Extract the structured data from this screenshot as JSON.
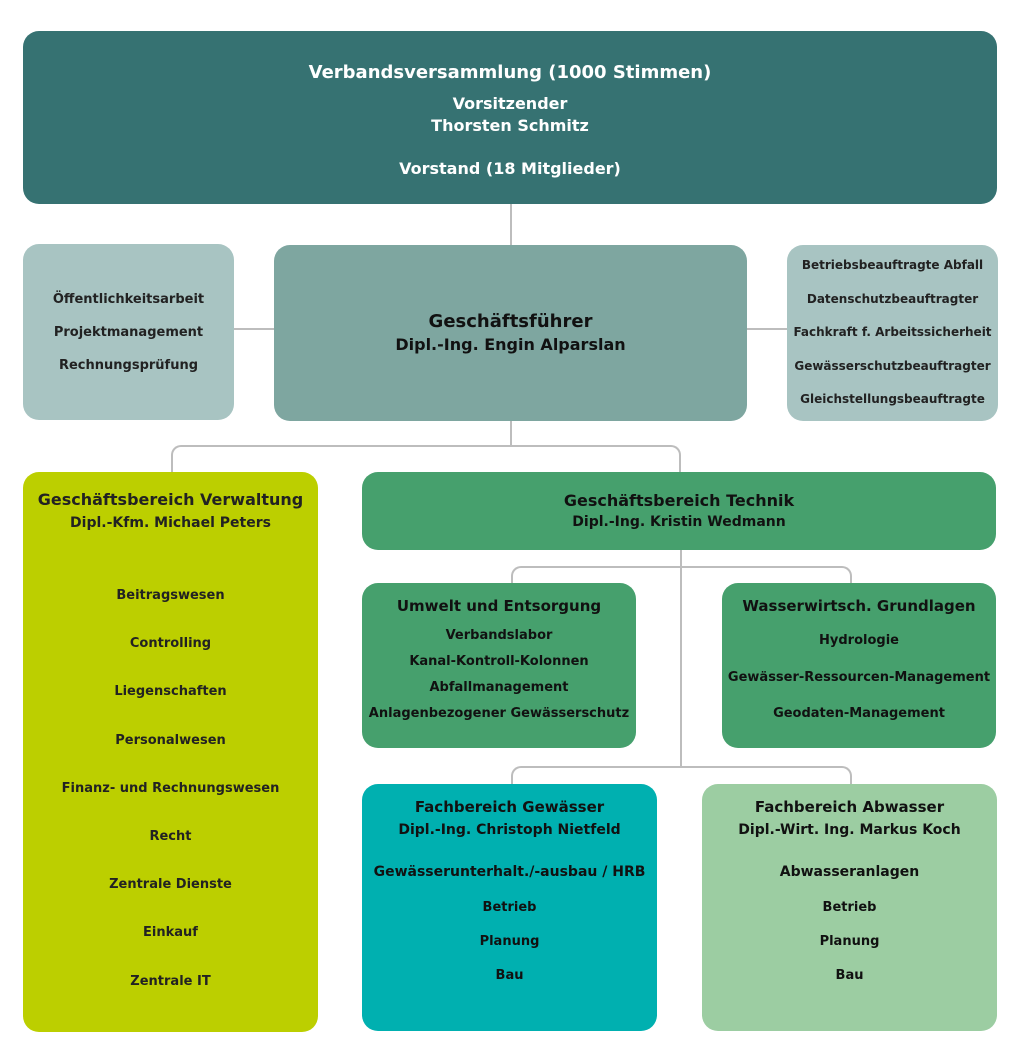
{
  "assembly": {
    "title": "Verbandsversammlung (1000 Stimmen)",
    "chair_role": "Vorsitzender",
    "chair_name": "Thorsten Schmitz",
    "board": "Vorstand (18 Mitglieder)"
  },
  "staff_left": [
    "Öffentlichkeitsarbeit",
    "Projektmanagement",
    "Rechnungsprüfung"
  ],
  "ceo": {
    "title": "Geschäftsführer",
    "name": "Dipl.-Ing. Engin Alparslan"
  },
  "staff_right": [
    "Betriebsbeauftragte Abfall",
    "Datenschutzbeauftragter",
    "Fachkraft f. Arbeitssicherheit",
    "Gewässerschutzbeauftragter",
    "Gleichstellungsbeauftragte"
  ],
  "verwaltung": {
    "title": "Geschäftsbereich Verwaltung",
    "lead": "Dipl.-Kfm. Michael Peters",
    "items": [
      "Beitragswesen",
      "Controlling",
      "Liegenschaften",
      "Personalwesen",
      "Finanz- und Rechnungswesen",
      "Recht",
      "Zentrale Dienste",
      "Einkauf",
      "Zentrale IT"
    ]
  },
  "technik": {
    "title": "Geschäftsbereich Technik",
    "lead": "Dipl.-Ing. Kristin Wedmann"
  },
  "umwelt": {
    "title": "Umwelt und Entsorgung",
    "items": [
      "Verbandslabor",
      "Kanal-Kontroll-Kolonnen",
      "Abfallmanagement",
      "Anlagenbezogener Gewässerschutz"
    ]
  },
  "wasser": {
    "title": "Wasserwirtsch. Grundlagen",
    "items": [
      "Hydrologie",
      "Gewässer-Ressourcen-Management",
      "Geodaten-Management"
    ]
  },
  "gewaesser": {
    "title": "Fachbereich Gewässer",
    "lead": "Dipl.-Ing. Christoph Nietfeld",
    "section": "Gewässerunterhalt./-ausbau / HRB",
    "items": [
      "Betrieb",
      "Planung",
      "Bau"
    ]
  },
  "abwasser": {
    "title": "Fachbereich Abwasser",
    "lead": "Dipl.-Wirt. Ing. Markus Koch",
    "section": "Abwasseranlagen",
    "items": [
      "Betrieb",
      "Planung",
      "Bau"
    ]
  }
}
